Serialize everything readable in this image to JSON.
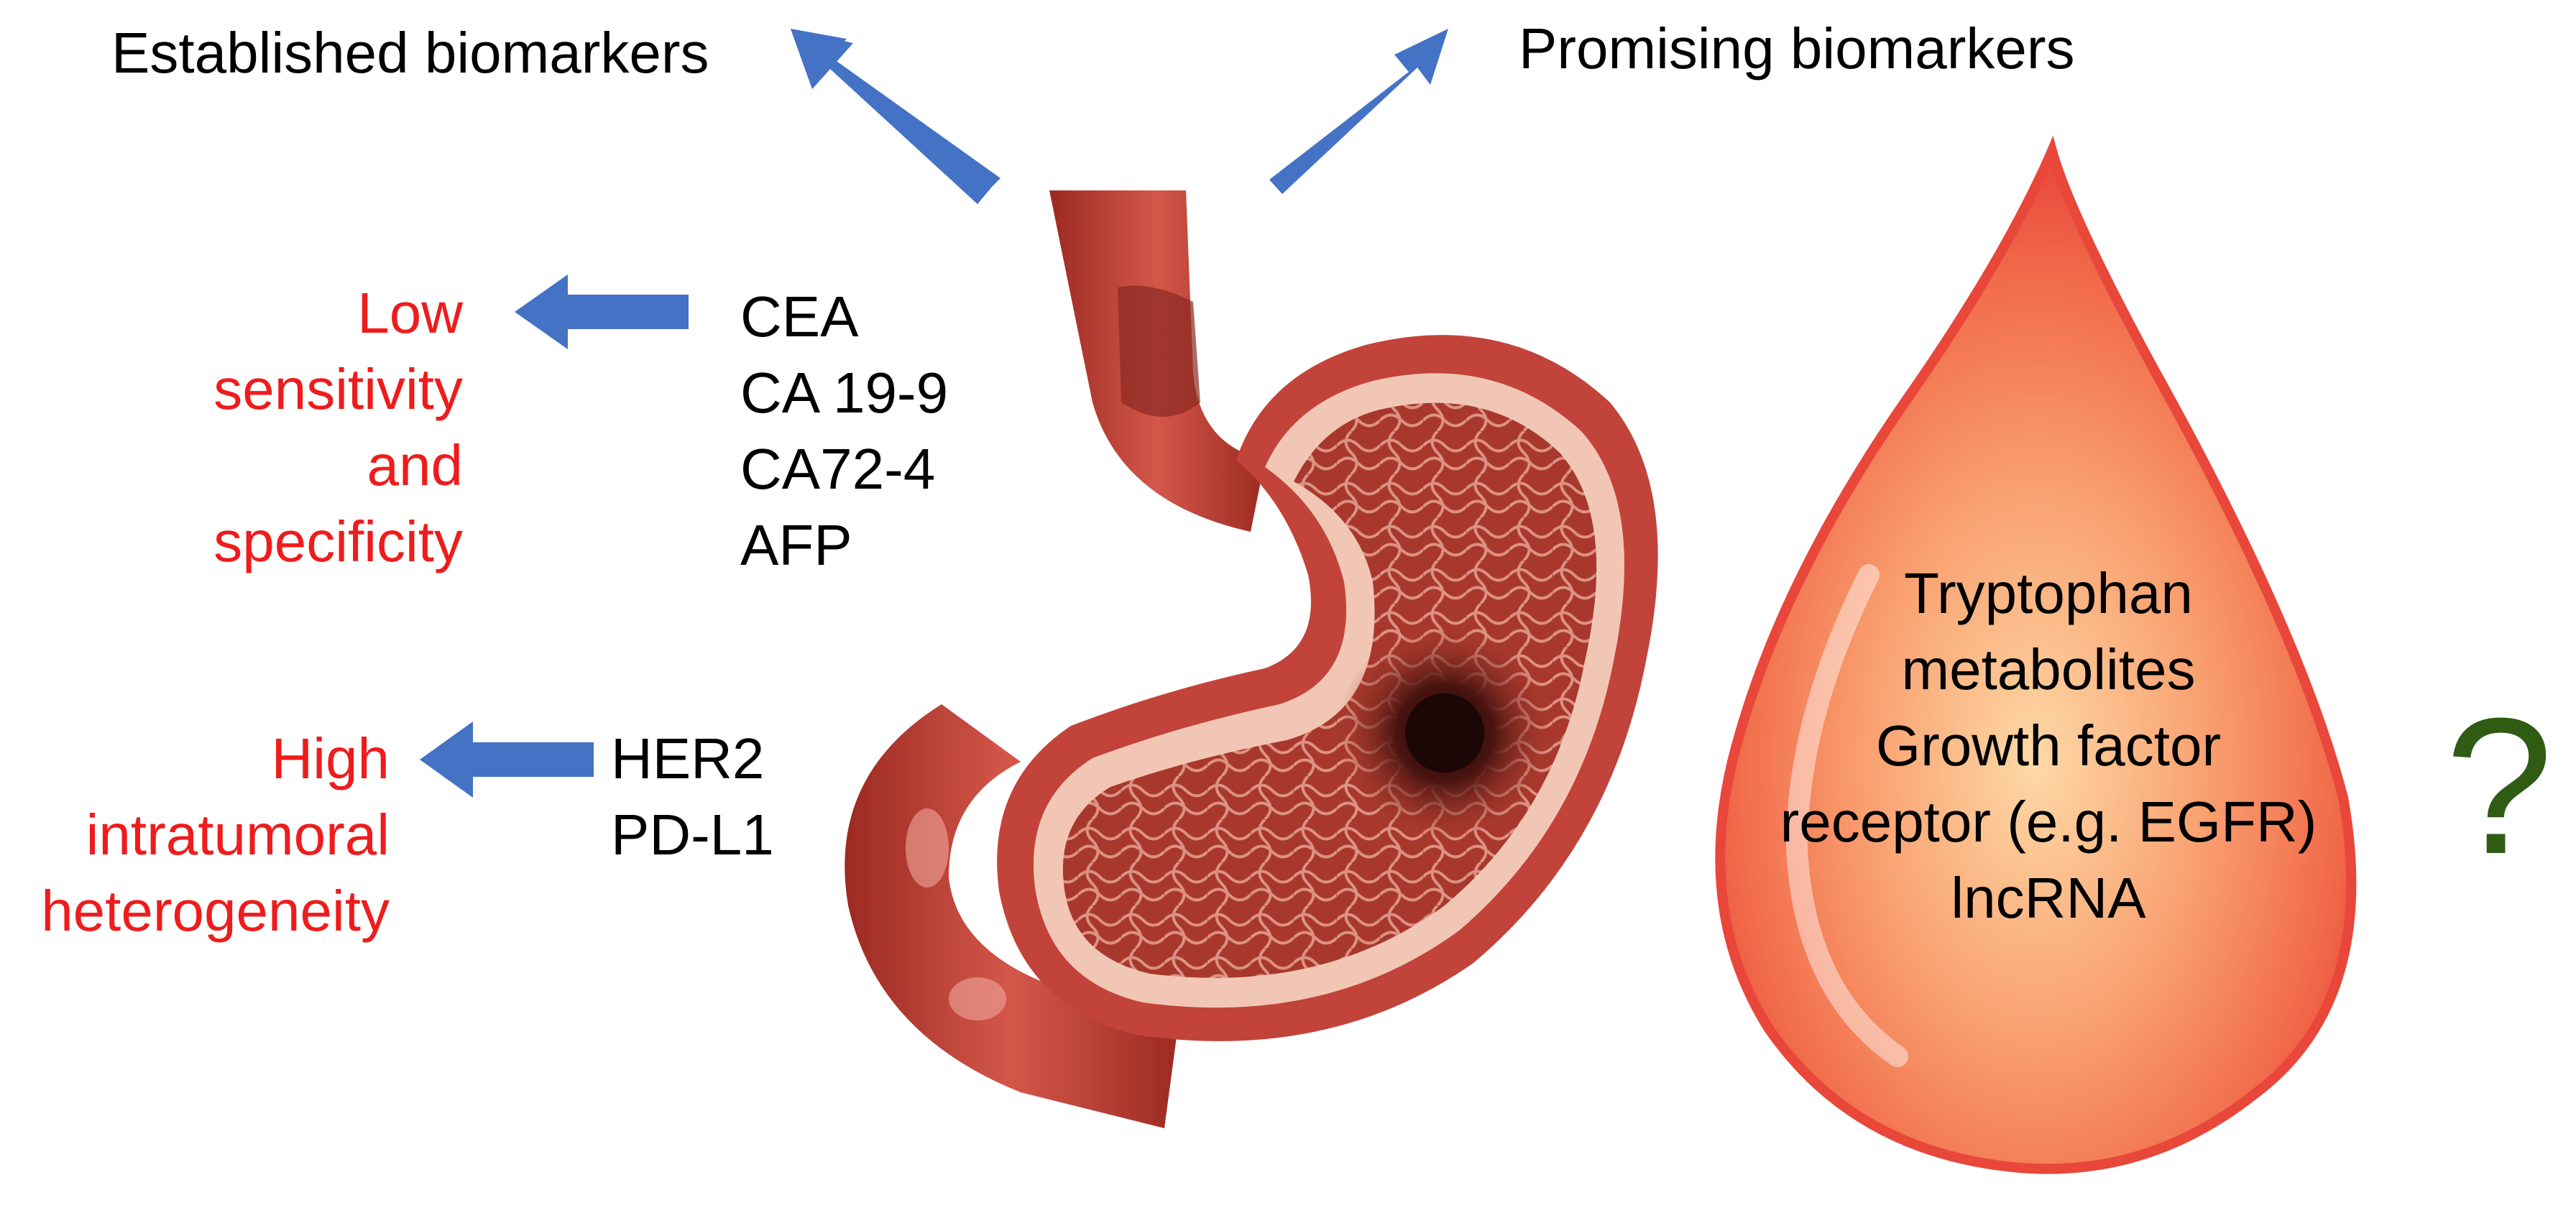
{
  "headings": {
    "established": "Established biomarkers",
    "promising": "Promising biomarkers"
  },
  "established_group_1": {
    "markers": [
      "CEA",
      "CA 19-9",
      "CA72-4",
      "AFP"
    ],
    "limitation": [
      "Low",
      "sensitivity",
      "and",
      "specificity"
    ]
  },
  "established_group_2": {
    "markers": [
      "HER2",
      "PD-L1"
    ],
    "limitation": [
      "High",
      "intratumoral",
      "heterogeneity"
    ]
  },
  "promising_markers": [
    "Tryptophan",
    "metabolites",
    "Growth factor",
    "receptor (e.g. EGFR)",
    "lncRNA"
  ],
  "question_mark": "?",
  "colors": {
    "arrow": "#4472c4",
    "limitation_text": "#ee1c1c",
    "question_mark": "#2f5b13",
    "stomach_wall": "#b8322a",
    "drop": "#f26b4a"
  },
  "icons": [
    "stomach-illustration",
    "blood-drop-illustration"
  ]
}
